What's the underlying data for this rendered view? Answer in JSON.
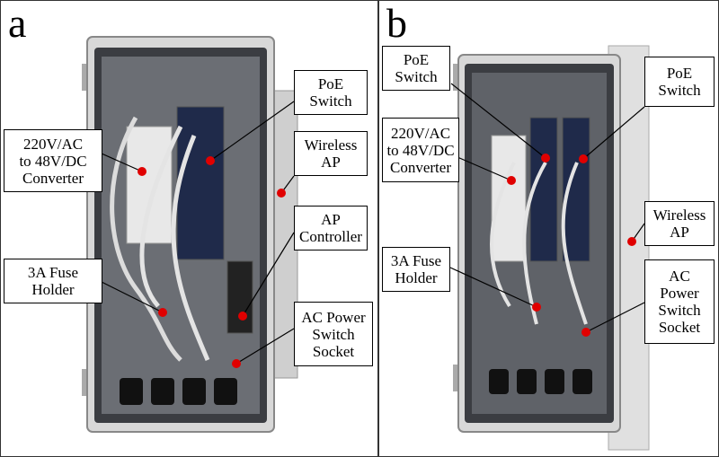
{
  "panels": [
    {
      "letter": "a",
      "labels": {
        "poe_switch": "PoE\nSwitch",
        "converter": "220V/AC\nto 48V/DC\nConverter",
        "wireless_ap": "Wireless\nAP",
        "ap_controller": "AP\nController",
        "fuse_holder": "3A Fuse\nHolder",
        "ac_socket": "AC Power\nSwitch\nSocket"
      }
    },
    {
      "letter": "b",
      "labels": {
        "poe_switch_left": "PoE\nSwitch",
        "poe_switch_right": "PoE\nSwitch",
        "converter": "220V/AC\nto 48V/DC\nConverter",
        "wireless_ap": "Wireless\nAP",
        "fuse_holder": "3A Fuse\nHolder",
        "ac_socket": "AC\nPower\nSwitch\nSocket"
      }
    }
  ],
  "colors": {
    "marker": "#e00000",
    "enclosure": "#d9d9d9",
    "interior": "#2a2c30"
  }
}
